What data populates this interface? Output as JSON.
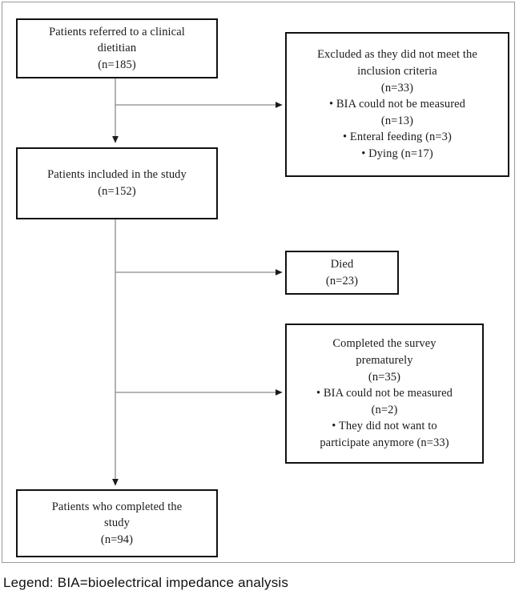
{
  "figure": {
    "type": "consort-flow-diagram",
    "title_text": "",
    "legend": "Legend: BIA=bioelectrical impedance analysis",
    "colors": {
      "box_border": "#111111",
      "frame_border": "#9a9a9a",
      "text": "#1b1b1b",
      "connector_main": "#6f6f6f",
      "connector_spine": "#8a8a8a",
      "background": "#ffffff"
    }
  },
  "nodes": {
    "referred": {
      "text": "Patients referred to a clinical\ndietitian\n(n=185)",
      "label": "Patients referred to a clinical dietitian",
      "count": 185
    },
    "excluded": {
      "text": "Excluded as they did not meet the\ninclusion criteria\n(n=33)\n• BIA could not be measured\n(n=13)\n• Enteral feeding (n=3)\n• Dying (n=17)",
      "label": "Excluded as they did not meet the inclusion criteria",
      "count": 33,
      "reasons": [
        {
          "label": "BIA could not be measured",
          "count": 13
        },
        {
          "label": "Enteral feeding",
          "count": 3
        },
        {
          "label": "Dying",
          "count": 17
        }
      ]
    },
    "included": {
      "text": "Patients included in the study\n(n=152)",
      "label": "Patients included in the study",
      "count": 152
    },
    "died": {
      "text": "Died\n(n=23)",
      "label": "Died",
      "count": 23
    },
    "premature": {
      "text": "Completed the survey\nprematurely\n(n=35)\n• BIA could not be measured\n(n=2)\n• They did not want to\nparticipate anymore (n=33)",
      "label": "Completed the survey prematurely",
      "count": 35,
      "reasons": [
        {
          "label": "BIA could not be measured",
          "count": 2
        },
        {
          "label": "They did not want to participate anymore",
          "count": 33
        }
      ]
    },
    "completed": {
      "text": "Patients who completed the\nstudy\n(n=94)",
      "label": "Patients who completed the study",
      "count": 94
    }
  },
  "flow": {
    "edges": [
      {
        "from": "referred",
        "to": "included",
        "kind": "down-arrow"
      },
      {
        "from": "referred",
        "to": "excluded",
        "kind": "branch-right-arrow"
      },
      {
        "from": "included",
        "to": "died",
        "kind": "branch-right-arrow"
      },
      {
        "from": "included",
        "to": "premature",
        "kind": "branch-right-arrow"
      },
      {
        "from": "included",
        "to": "completed",
        "kind": "down-arrow"
      }
    ]
  }
}
